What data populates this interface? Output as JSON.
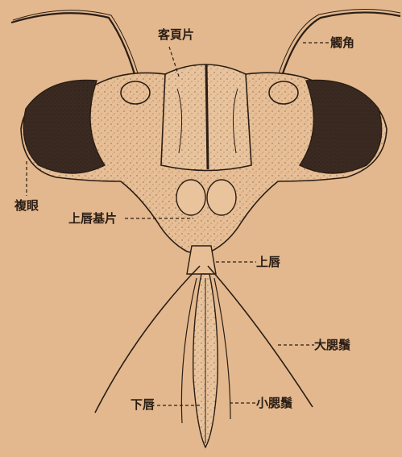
{
  "palette": {
    "paper": "#e3b88e",
    "ink": "#2a1d14",
    "eye_dark": "#3a2a22"
  },
  "labels": {
    "clypeus_upper": "客頁片",
    "antenna": "觸角",
    "compound_eye": "複眼",
    "clypeus_lower": "上唇基片",
    "labrum": "上唇",
    "maxillary_palp": "大腮鬚",
    "labium": "下唇",
    "labial_palp": "小腮鬚"
  }
}
